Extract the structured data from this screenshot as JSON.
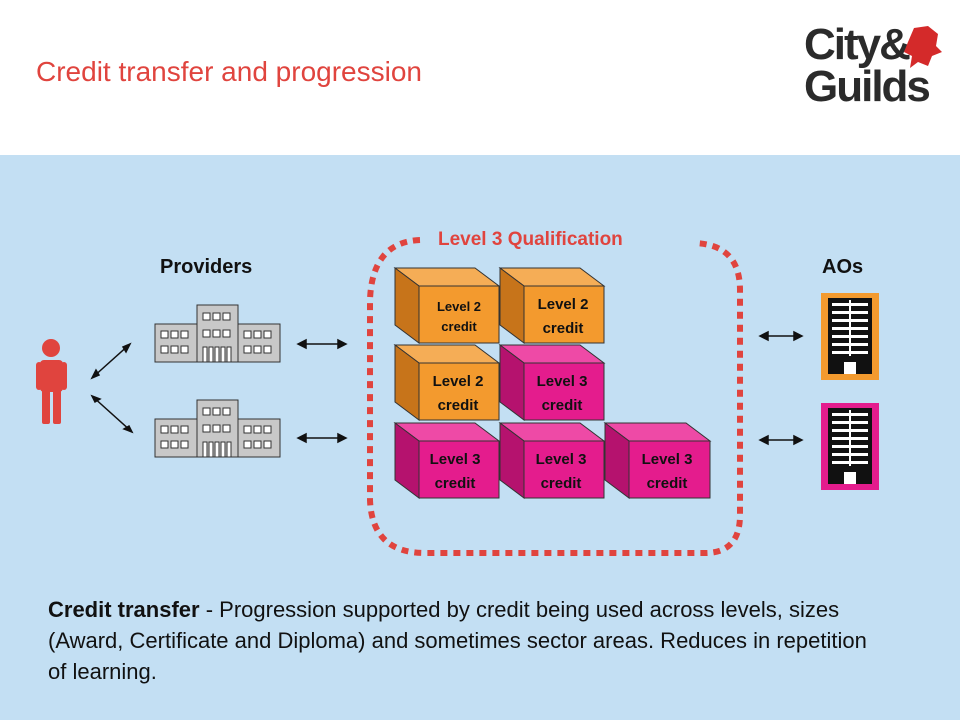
{
  "header": {
    "title": "Credit transfer and progression",
    "logo_line1": "City&",
    "logo_line2": "Guilds"
  },
  "diagram": {
    "providers_label": "Providers",
    "aos_label": "AOs",
    "qualification_label": "Level 3 Qualification",
    "blocks": {
      "r1c1": {
        "line1": "Level  2",
        "line2": "credit"
      },
      "r1c2": {
        "line1": "Level 2",
        "line2": "credit"
      },
      "r2c1": {
        "line1": "Level 2",
        "line2": "credit"
      },
      "r2c2": {
        "line1": "Level 3",
        "line2": "credit"
      },
      "r3c1": {
        "line1": "Level 3",
        "line2": "credit"
      },
      "r3c2": {
        "line1": "Level 3",
        "line2": "credit"
      },
      "r3c3": {
        "line1": "Level 3",
        "line2": "credit"
      }
    },
    "colors": {
      "orange": "#f39a2e",
      "orange_dark": "#c7741a",
      "magenta": "#e41c8d",
      "magenta_dark": "#b5126e",
      "person": "#e0443e",
      "dashed_border": "#e0443e"
    }
  },
  "caption": {
    "bold": "Credit transfer",
    "text": " - Progression supported by credit being used across levels, sizes (Award, Certificate and Diploma) and sometimes sector areas. Reduces in repetition of learning."
  }
}
